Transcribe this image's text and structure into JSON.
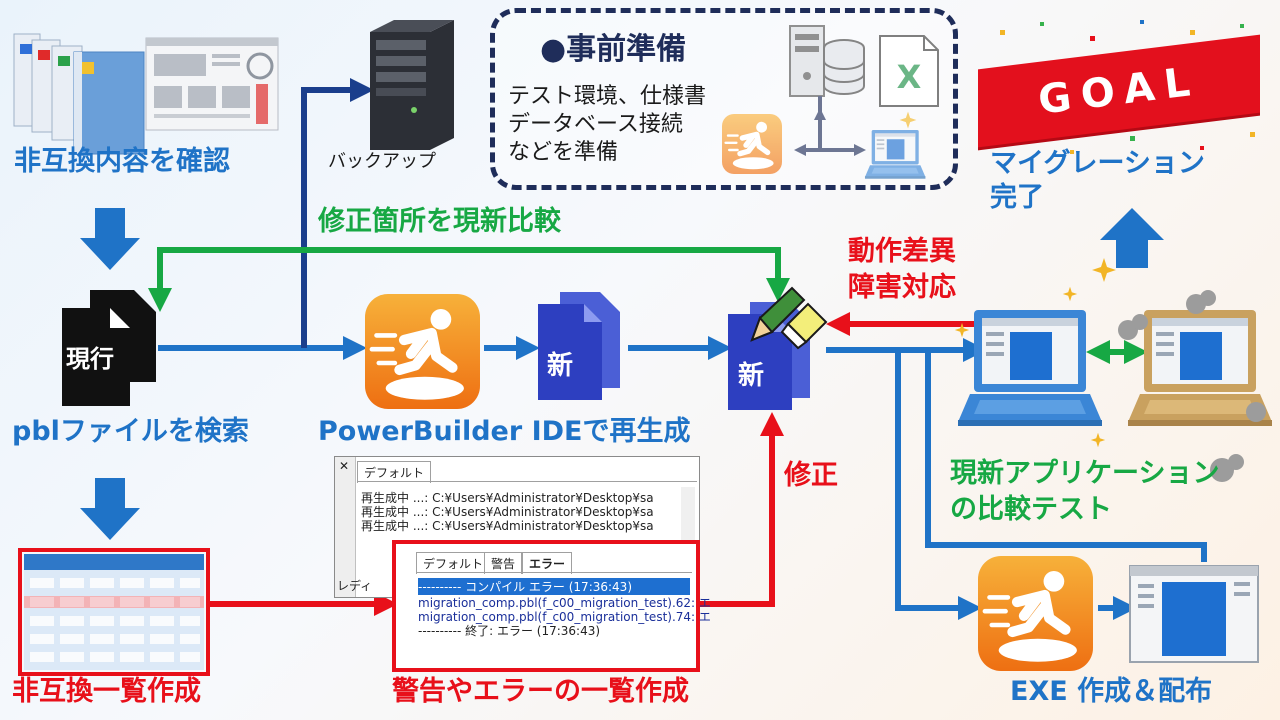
{
  "labels": {
    "check_incompat": "非互換内容を確認",
    "backup": "バックアップ",
    "migration_done_line1": "マイグレーション",
    "migration_done_line2": "完了",
    "compare_modified": "修正箇所を現新比較",
    "behavior_diff_line1": "動作差異",
    "behavior_diff_line2": "障害対応",
    "pbl_search": "pblファイルを検索",
    "regenerate": "PowerBuilder IDEで再生成",
    "fix": "修正",
    "compare_test_line1": "現新アプリケーション",
    "compare_test_line2": "の比較テスト",
    "incompat_list": "非互換一覧作成",
    "warning_list": "警告やエラーの一覧作成",
    "exe_build": "EXE 作成＆配布"
  },
  "prep": {
    "title": "●事前準備",
    "lines": [
      "テスト環境、仕様書",
      "データベース接続",
      "などを準備"
    ]
  },
  "doc_badges": {
    "current": "現行",
    "new": "新"
  },
  "goal": "GOAL",
  "output_window_top": {
    "close": "✕",
    "tab": "デフォルト",
    "lines": [
      "再生成中 ...: C:¥Users¥Administrator¥Desktop¥sa",
      "再生成中 ...: C:¥Users¥Administrator¥Desktop¥sa",
      "再生成中 ...: C:¥Users¥Administrator¥Desktop¥sa"
    ],
    "status": "レディ"
  },
  "output_window_bottom": {
    "tabs": [
      "デフォルト",
      "警告",
      "エラー"
    ],
    "lines": [
      "---------- コンパイル エラー (17:36:43)",
      "migration_comp.pbl(f_c00_migration_test).62: エ",
      "migration_comp.pbl(f_c00_migration_test).74: エ",
      "---------- 終了: エラー (17:36:43)"
    ]
  },
  "colors": {
    "flow_blue": "#1f73c7",
    "dark_blue": "#1a3e8c",
    "green": "#17a844",
    "red": "#e8101a",
    "prep_border": "#1f2d5a",
    "doc_new": "#2d3fc0",
    "doc_current": "#111111",
    "app_orange": "#f39a1c",
    "goal_red": "#e3101d"
  },
  "icons": [
    "binder-icon",
    "document-layout-icon",
    "server-icon",
    "database-icon",
    "excel-icon",
    "laptop-icon",
    "powerbuilder-app-icon",
    "pencil-icon",
    "eraser-icon",
    "sparkle-icon",
    "window-icon",
    "spreadsheet-icon"
  ]
}
